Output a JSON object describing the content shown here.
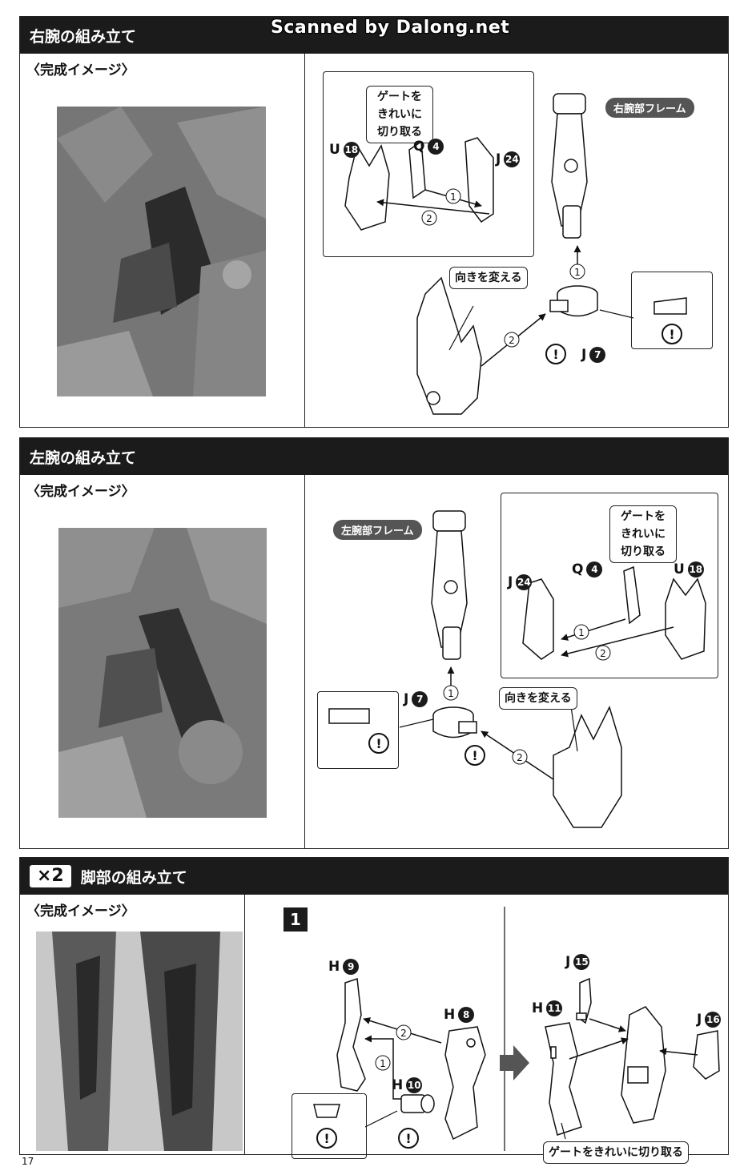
{
  "watermark": "Scanned by Dalong.net",
  "page_number": "17",
  "right_arm": {
    "title": "右腕の組み立て",
    "image_label": "〈完成イメージ〉",
    "frame_label": "右腕部フレーム",
    "gate_note": "ゲートを\nきれいに\n切り取る",
    "turn_note": "向きを変える",
    "parts": [
      {
        "letter": "U",
        "num": "18"
      },
      {
        "letter": "Q",
        "num": "4"
      },
      {
        "letter": "J",
        "num": "24"
      },
      {
        "letter": "J",
        "num": "7"
      }
    ],
    "steps": [
      "①",
      "②"
    ]
  },
  "left_arm": {
    "title": "左腕の組み立て",
    "image_label": "〈完成イメージ〉",
    "frame_label": "左腕部フレーム",
    "gate_note": "ゲートを\nきれいに\n切り取る",
    "turn_note": "向きを変える",
    "parts": [
      {
        "letter": "J",
        "num": "24"
      },
      {
        "letter": "Q",
        "num": "4"
      },
      {
        "letter": "U",
        "num": "18"
      },
      {
        "letter": "J",
        "num": "7"
      }
    ],
    "steps": [
      "①",
      "②"
    ]
  },
  "legs": {
    "multiplier": "×2",
    "title": "脚部の組み立て",
    "image_label": "〈完成イメージ〉",
    "step_number": "1",
    "parts": [
      {
        "letter": "H",
        "num": "9"
      },
      {
        "letter": "H",
        "num": "8"
      },
      {
        "letter": "H",
        "num": "10"
      },
      {
        "letter": "J",
        "num": "15"
      },
      {
        "letter": "H",
        "num": "11"
      },
      {
        "letter": "J",
        "num": "16"
      }
    ],
    "gate_note": "ゲートをきれいに切り取る",
    "steps": [
      "①",
      "②"
    ]
  },
  "colors": {
    "header_bg": "#1b1b1b",
    "photo_gray": "#6f6f6f"
  },
  "icons": [
    "warning-exclamation-icon",
    "arrow-right-icon"
  ]
}
